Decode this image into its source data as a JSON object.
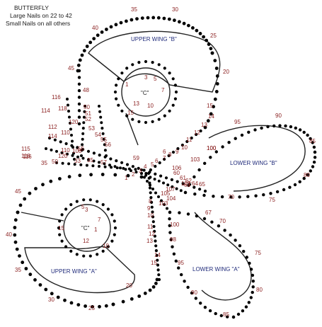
{
  "header": {
    "title": "BUTTERFLY",
    "line1": "Large Nails on 22 to 42",
    "line2": "Small Nails on all others"
  },
  "wing_labels": {
    "upper_b": "UPPER WING \"B\"",
    "upper_a": "UPPER WING \"A\"",
    "lower_b": "LOWER WING \"B\"",
    "lower_a": "LOWER WING \"A\"",
    "center_c_top": "\"C\"",
    "center_c_bottom": "\"C\""
  },
  "colors": {
    "dots": "#000000",
    "numbers": "#8a1f1f",
    "wing_text": "#1f2a7a"
  },
  "numbers": {
    "upper_b_outer": [
      "35",
      "30",
      "40",
      "25",
      "45",
      "20",
      "48",
      "15",
      "14",
      "13",
      "12",
      "11",
      "10",
      "9",
      "8",
      "7",
      "6",
      "5",
      "4",
      "3",
      "2",
      "1"
    ],
    "center_top": [
      "3",
      "5",
      "1",
      "7",
      "13",
      "10",
      "15"
    ],
    "left_cluster": [
      "116",
      "114",
      "118",
      "50",
      "51",
      "52",
      "120",
      "53",
      "112",
      "54",
      "110",
      "55",
      "114",
      "56",
      "115",
      "57",
      "118",
      "110",
      "108",
      "55",
      "59",
      "50",
      "120",
      "33",
      "35",
      "35",
      "116"
    ],
    "center_cross": [
      "6",
      "106",
      "100",
      "103",
      "60",
      "61",
      "62",
      "63",
      "64",
      "65",
      "101",
      "104",
      "105",
      "103",
      "107",
      "67",
      "8",
      "9",
      "10",
      "11",
      "12",
      "13",
      "14",
      "15"
    ],
    "upper_a": [
      "45",
      "40",
      "35",
      "30",
      "25",
      "20",
      "15",
      "12",
      "10",
      "5",
      "7",
      "1",
      "3"
    ],
    "lower_b": [
      "95",
      "90",
      "85",
      "80",
      "75",
      "70",
      "100"
    ],
    "lower_a": [
      "70",
      "75",
      "80",
      "85",
      "90",
      "95",
      "98",
      "100"
    ]
  }
}
